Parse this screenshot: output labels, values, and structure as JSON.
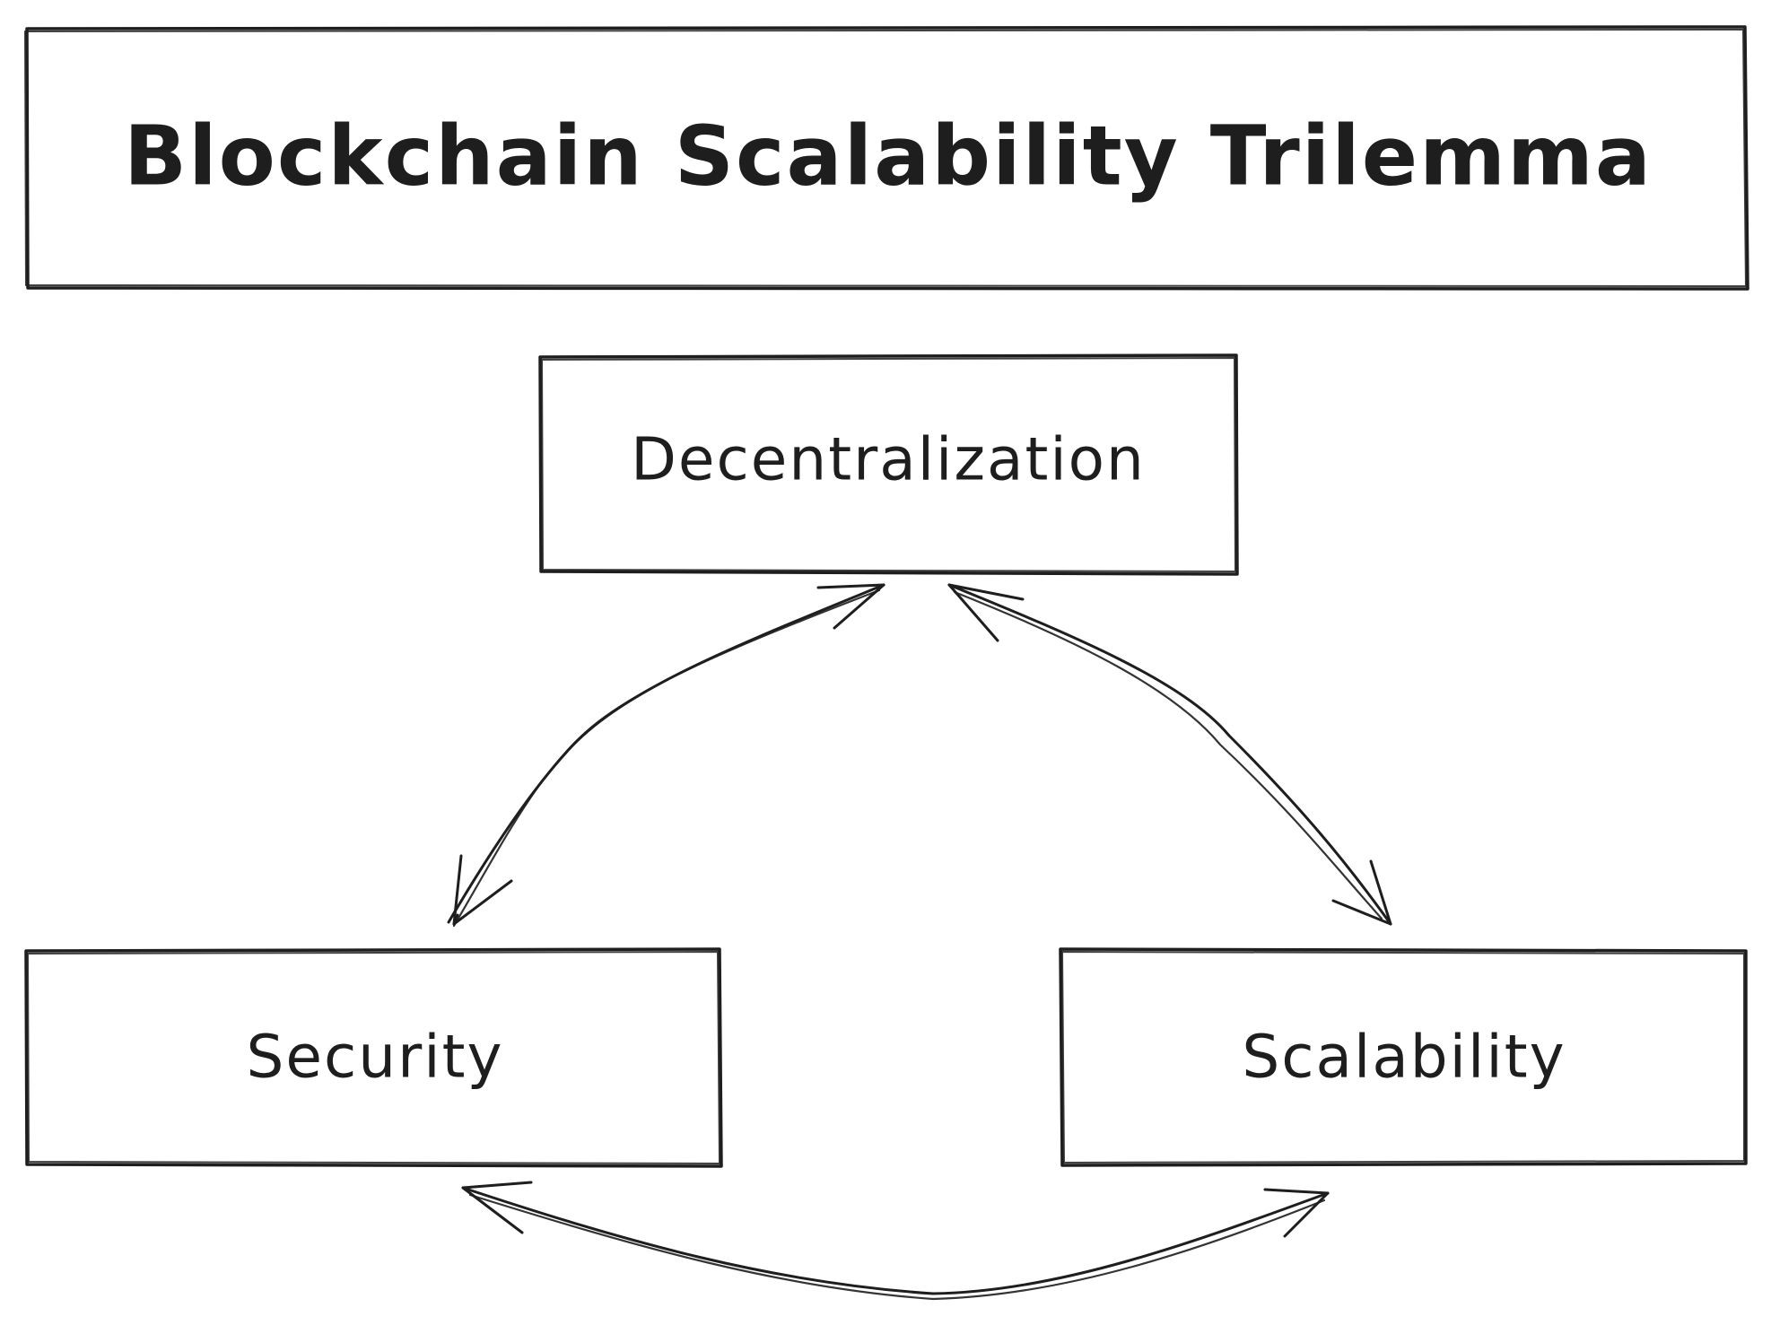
{
  "diagram": {
    "title": "Blockchain Scalability Trilemma",
    "nodes": {
      "decentralization": "Decentralization",
      "security": "Security",
      "scalability": "Scalability"
    },
    "edges": [
      {
        "from": "Decentralization",
        "to": "Security",
        "arrowheads": "both"
      },
      {
        "from": "Decentralization",
        "to": "Scalability",
        "arrowheads": "both"
      },
      {
        "from": "Security",
        "to": "Scalability",
        "arrowheads": "both"
      }
    ],
    "style": {
      "stroke_color": "#1e1e1e",
      "background": "#ffffff"
    }
  }
}
